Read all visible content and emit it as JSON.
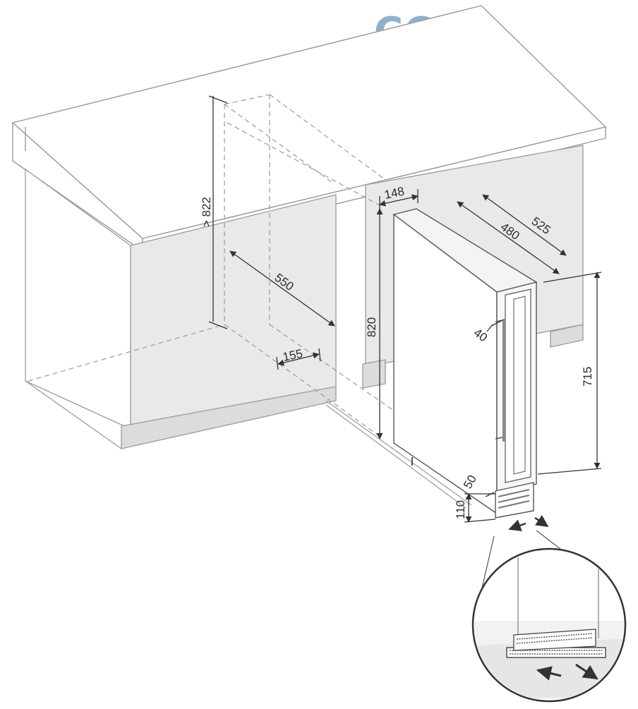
{
  "logo": {
    "text": "COLD",
    "color": "#8fb0c9"
  },
  "colors": {
    "line": "#9a9a9a",
    "cabinet_shade": "#e9e9e9",
    "appliance": "#f4f4f4",
    "dim_line": "#333333"
  },
  "dimensions": {
    "min_height": "> 822",
    "cabinet_depth": "550",
    "plinth_depth": "155",
    "niche_width": "148",
    "appliance_depth_body": "480",
    "appliance_depth_total": "525",
    "niche_height": "820",
    "door_gap": "40",
    "appliance_height": "715",
    "plinth_offset": "50",
    "plinth_height": "110"
  },
  "detail": {
    "airflow": [
      "airflow-in-arrow",
      "airflow-out-arrow"
    ]
  }
}
